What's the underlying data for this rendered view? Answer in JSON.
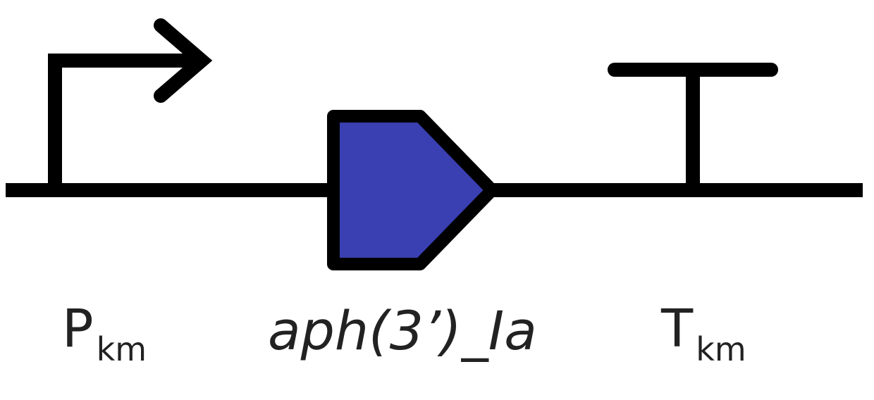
{
  "diagram": {
    "parts": [
      {
        "kind": "promoter",
        "label": "P",
        "subscript": "km"
      },
      {
        "kind": "cds",
        "label": "aph(3’)_Ia"
      },
      {
        "kind": "terminator",
        "label": "T",
        "subscript": "km"
      }
    ],
    "colors": {
      "stroke": "#000000",
      "cds_fill": "#3a3fb2",
      "label": "#222222"
    }
  }
}
